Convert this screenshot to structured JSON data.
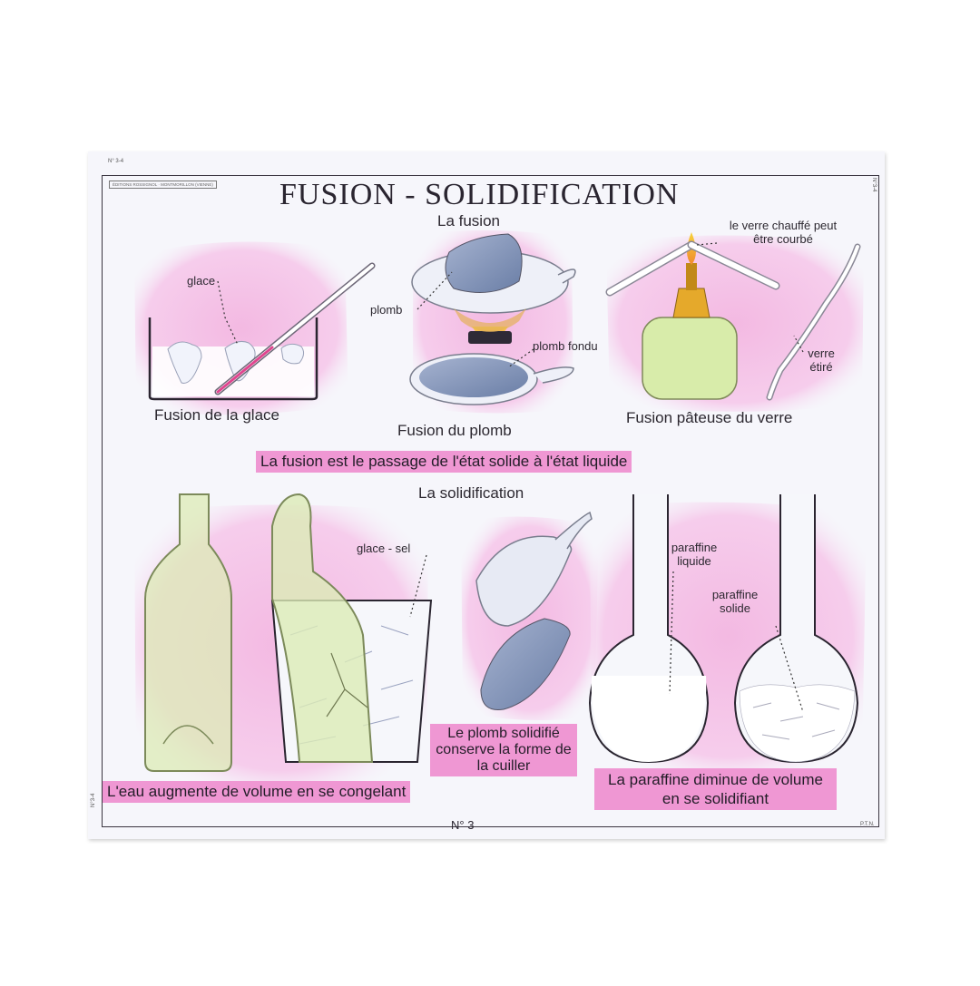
{
  "poster": {
    "ref_top_left": "N° 3-4",
    "publisher": "ÉDITIONS ROSSIGNOL · MONTMORILLON (VIENNE)",
    "ref_top_right": "N°3-4",
    "ref_left_bottom": "N°3-4",
    "title": "FUSION - SOLIDIFICATION",
    "page_number": "N° 3",
    "mark_bottom_right": "P.T.N."
  },
  "fusion": {
    "heading": "La fusion",
    "ice": {
      "label": "glace",
      "caption": "Fusion de la glace"
    },
    "lead": {
      "label_solid": "plomb",
      "label_molten": "plomb fondu",
      "caption": "Fusion du plomb"
    },
    "glass": {
      "label_heated": "le verre chauffé peut être courbé",
      "label_stretched": "verre étiré",
      "caption": "Fusion pâteuse du verre"
    },
    "definition": "La fusion est le passage de l'état solide à l'état liquide"
  },
  "solidification": {
    "heading": "La solidification",
    "bottles": {
      "label": "glace - sel",
      "caption": "L'eau augmente de volume en se congelant"
    },
    "spoon": {
      "caption": "Le plomb solidifié conserve la forme de la cuiller"
    },
    "paraffin": {
      "label_liquid": "paraffine liquide",
      "label_solid": "paraffine solide",
      "caption": "La paraffine diminue de volume en se solidifiant"
    }
  },
  "colors": {
    "pink_band": "#ef97d3",
    "pink_wash": "#f4c6e8",
    "lead_blue": "#7c8fb4",
    "glass_green": "#dcebb6"
  }
}
